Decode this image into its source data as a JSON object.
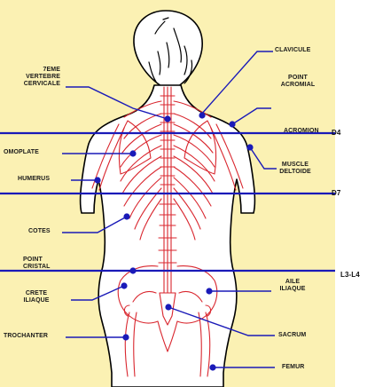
{
  "labels": {
    "clavicule": "CLAVICULE",
    "vertebre": "7EME\nVERTEBRE\nCERVICALE",
    "point_acromial": "POINT\nACROMIAL",
    "acromion": "ACROMION",
    "omoplate": "OMOPLATE",
    "humerus": "HUMERUS",
    "muscle_deltoide": "MUSCLE\nDELTOIDE",
    "cotes": "COTES",
    "point_cristal": "POINT\nCRISTAL",
    "aile_iliaque": "AILE\nILIAQUE",
    "crete_iliaque": "CRETE\nILIAQUE",
    "trochanter": "TROCHANTER",
    "sacrum": "SACRUM",
    "femur": "FEMUR"
  },
  "levels": {
    "d4": "D4",
    "d7": "D7",
    "l3_l4": "L3-L4"
  },
  "colors": {
    "background": "#FBF1B3",
    "body_fill": "#FFFFFF",
    "outline": "#000000",
    "bone_red": "#D9262E",
    "leader_blue": "#1A1AB8"
  }
}
